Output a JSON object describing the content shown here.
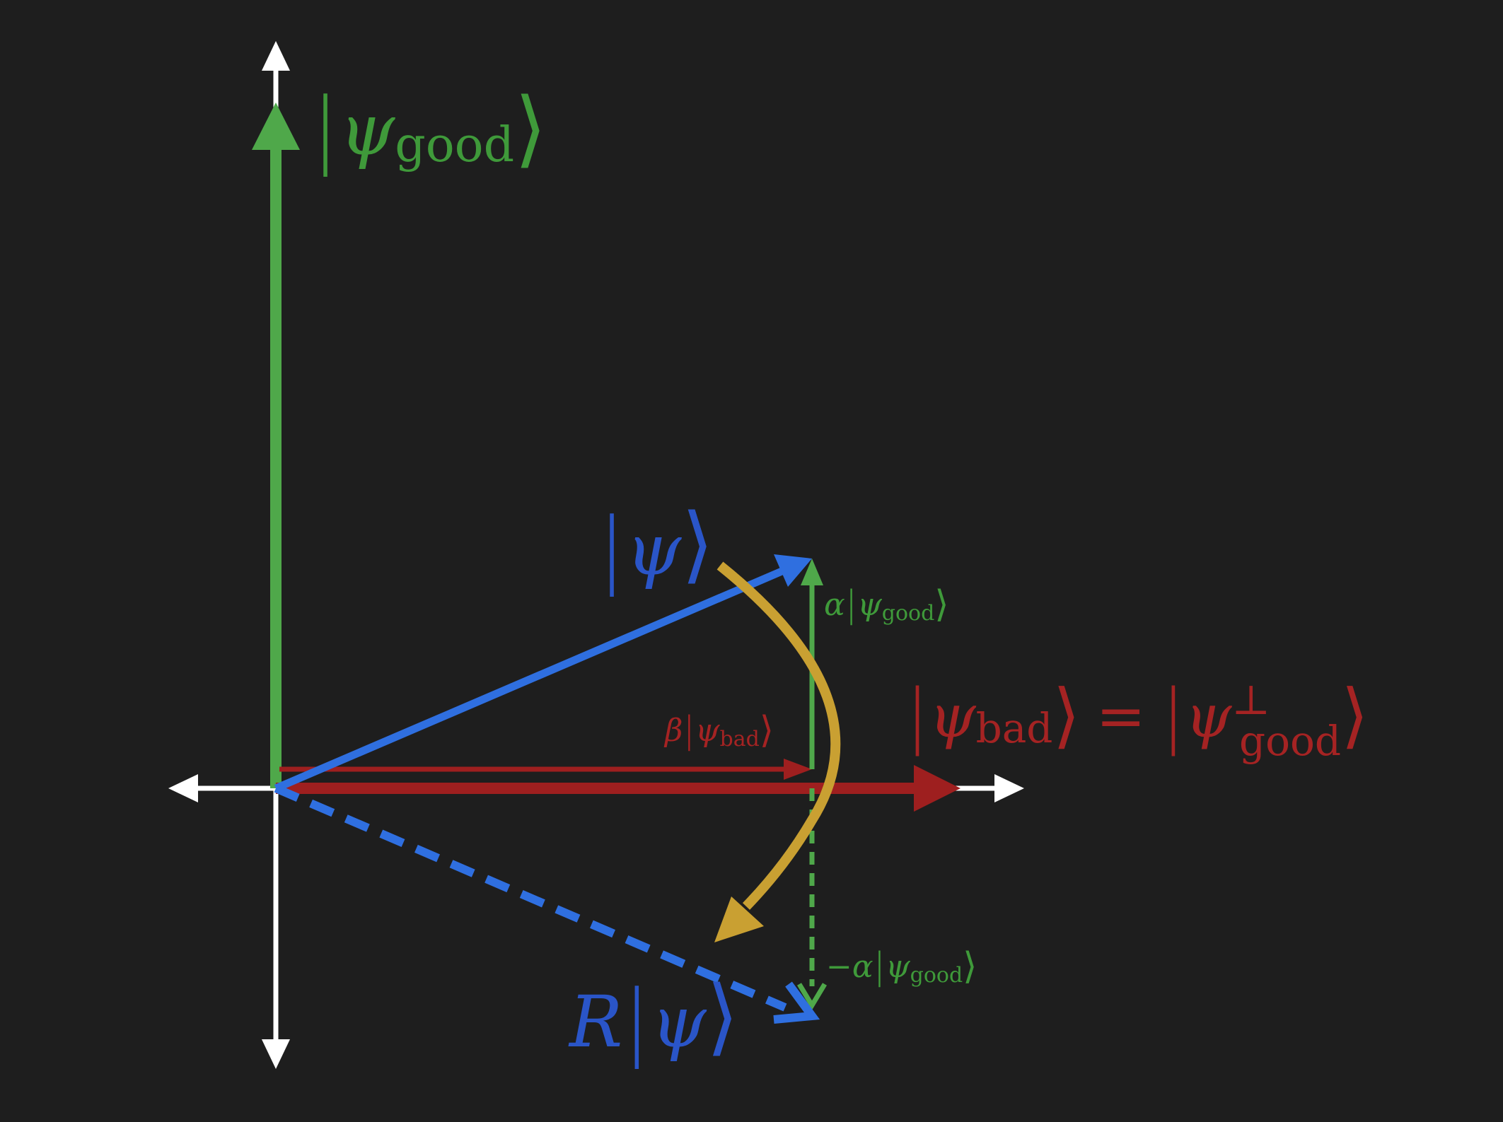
{
  "colors": {
    "background": "#1e1e1e",
    "axes": "#ffffff",
    "good": "#4fa84a",
    "good_label": "#3f9a3a",
    "bad": "#9e1f1f",
    "bad_label": "#a52323",
    "psi": "#2f6fe0",
    "psi_label": "#2a55c8",
    "rotation": "#c9a032"
  },
  "labels": {
    "psi_good": {
      "symbol": "ψ",
      "sub": "good"
    },
    "psi": {
      "symbol": "ψ"
    },
    "alpha_good": {
      "coef": "α",
      "symbol": "ψ",
      "sub": "good"
    },
    "beta_bad": {
      "coef": "β",
      "symbol": "ψ",
      "sub": "bad"
    },
    "psi_bad_eq": {
      "symbol": "ψ",
      "sub": "bad",
      "equals": "=",
      "symbol2": "ψ",
      "sup2": "⊥",
      "sub2": "good"
    },
    "neg_alpha_good": {
      "minus": "−",
      "coef": "α",
      "symbol": "ψ",
      "sub": "good"
    },
    "r_psi": {
      "operator": "R",
      "symbol": "ψ"
    }
  },
  "icons": {
    "axis_arrowheads": "arrowhead-icon",
    "rotation_arrow": "curved-arrow-icon"
  }
}
